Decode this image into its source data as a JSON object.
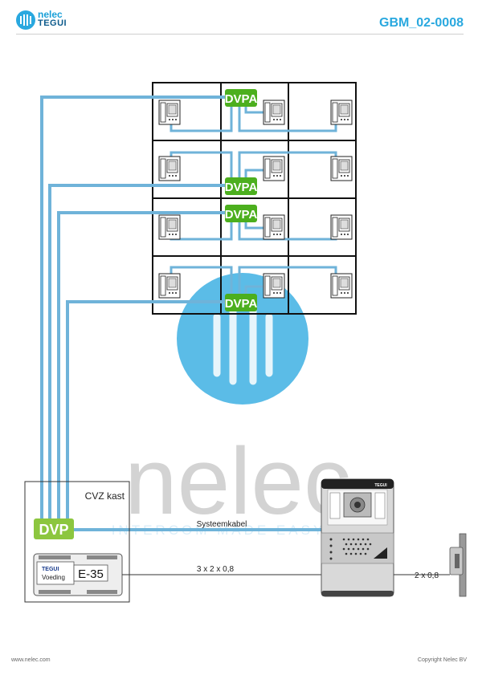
{
  "header": {
    "brand_name": "nelec",
    "brand_sub": "TEGUI",
    "doc_code": "GBM_02-0008"
  },
  "diagram": {
    "module_label": "DVPA",
    "dvp_label": "DVP",
    "cabinet_label": "CVZ kast",
    "psu_brand": "TEGUI",
    "psu_name": "Voeding",
    "psu_model": "E-35",
    "door_panel_brand": "TEGUI",
    "system_cable_label": "Systeemkabel",
    "cable_psu_panel": "3 x 2 x 0,8",
    "cable_panel_lock": "2 x 0,8"
  },
  "watermark": {
    "word": "nelec",
    "tagline": "INTERCOM MADE EASY"
  },
  "footer": {
    "website": "www.nelec.com",
    "copyright": "Copyright Nelec BV"
  },
  "colors": {
    "wire": "#6fb3d9",
    "module_green": "#4caf1e",
    "dvp_green": "#8cc63f",
    "brand_blue": "#29a8df",
    "watermark_circle": "#29a8df"
  }
}
